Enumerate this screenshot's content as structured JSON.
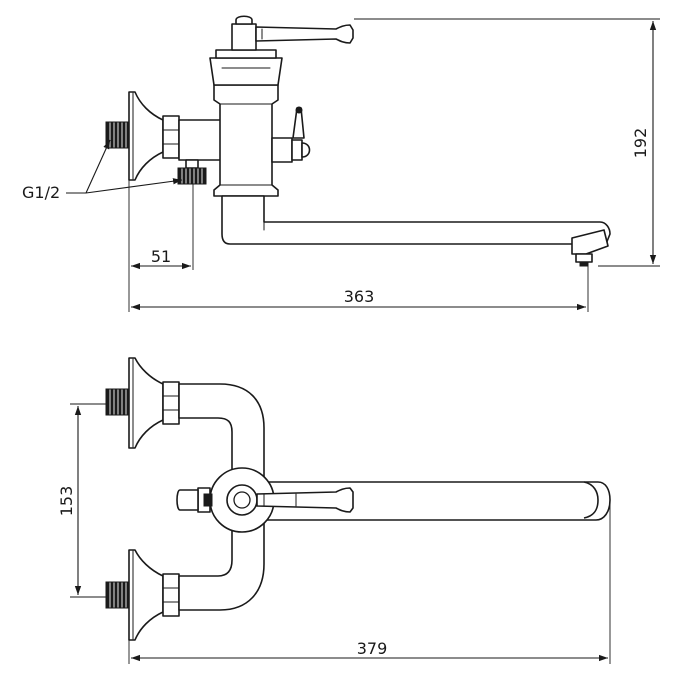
{
  "dimensions": {
    "top_height": "192",
    "top_length": "363",
    "top_offset": "51",
    "bottom_spacing": "153",
    "bottom_length": "379"
  },
  "callouts": {
    "thread": "G1/2"
  },
  "colors": {
    "line": "#1a1a1a",
    "background": "#ffffff"
  }
}
